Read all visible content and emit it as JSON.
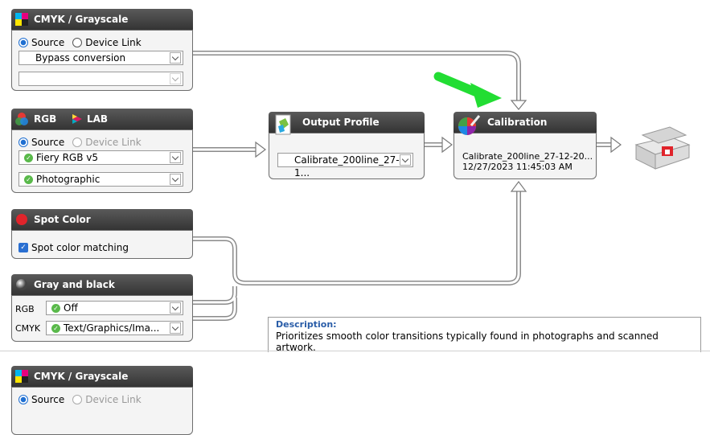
{
  "cmyk_panel": {
    "title": "CMYK / Grayscale",
    "source_label": "Source",
    "device_link_label": "Device Link",
    "select1": "Bypass conversion",
    "select2": ""
  },
  "rgb_panel": {
    "title": "RGB",
    "title2": "LAB",
    "source_label": "Source",
    "device_link_label": "Device Link",
    "select1": "Fiery RGB v5",
    "select2": "Photographic"
  },
  "spot_panel": {
    "title": "Spot Color",
    "checkbox_label": "Spot color matching"
  },
  "gray_panel": {
    "title": "Gray and black",
    "rgb_label": "RGB",
    "rgb_value": "Off",
    "cmyk_label": "CMYK",
    "cmyk_value": "Text/Graphics/Ima..."
  },
  "output_profile": {
    "title": "Output Profile",
    "select": "Calibrate_200line_27-1..."
  },
  "calibration": {
    "title": "Calibration",
    "line1": "Calibrate_200line_27-12-20...",
    "line2": "12/27/2023 11:45:03 AM"
  },
  "description": {
    "title": "Description:",
    "text": "Prioritizes smooth color transitions typically found in photographs and scanned artwork."
  },
  "cmyk_panel_2": {
    "title": "CMYK / Grayscale",
    "source_label": "Source",
    "device_link_label": "Device Link"
  },
  "icons": {
    "cmyk": "cmyk-squares-icon",
    "rgb": "rgb-circles-icon",
    "lab": "lab-icon",
    "spot": "red-dot-icon",
    "gray": "gray-ball-icon",
    "output": "output-profile-icon",
    "calibration": "color-wheel-pencil-icon",
    "printer": "printer-icon",
    "arrow": "green-arrow-icon"
  },
  "colors": {
    "header": "#3d3d3d",
    "accent_blue": "#1f6fd1",
    "green_arrow": "#22cc33",
    "desc_title": "#2a5da8"
  }
}
